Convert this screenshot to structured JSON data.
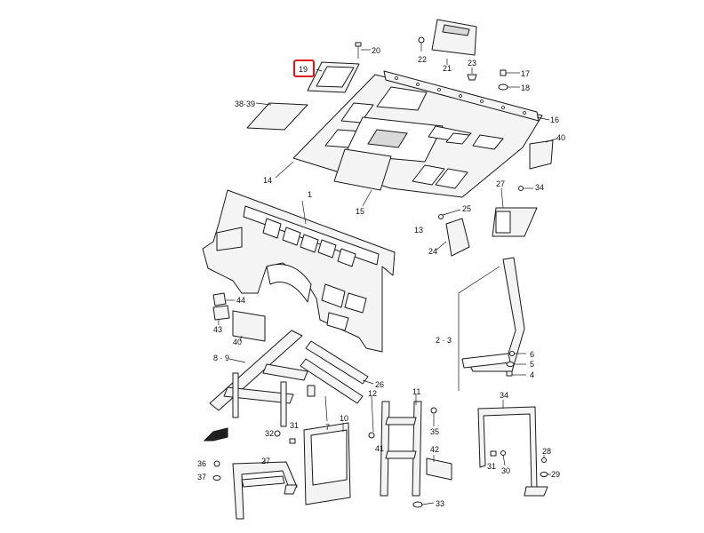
{
  "highlight": {
    "label": "19",
    "color": "#e0101c"
  },
  "callouts": [
    {
      "id": "c1",
      "text": "1"
    },
    {
      "id": "c2",
      "text": "2 · 3"
    },
    {
      "id": "c4",
      "text": "4"
    },
    {
      "id": "c5",
      "text": "5"
    },
    {
      "id": "c6",
      "text": "6"
    },
    {
      "id": "c7",
      "text": "7"
    },
    {
      "id": "c89",
      "text": "8 · 9"
    },
    {
      "id": "c10",
      "text": "10"
    },
    {
      "id": "c11",
      "text": "11"
    },
    {
      "id": "c12",
      "text": "12"
    },
    {
      "id": "c13",
      "text": "13"
    },
    {
      "id": "c14",
      "text": "14"
    },
    {
      "id": "c15",
      "text": "15"
    },
    {
      "id": "c16",
      "text": "16"
    },
    {
      "id": "c17",
      "text": "17"
    },
    {
      "id": "c18",
      "text": "18"
    },
    {
      "id": "c20",
      "text": "20"
    },
    {
      "id": "c21",
      "text": "21"
    },
    {
      "id": "c22",
      "text": "22"
    },
    {
      "id": "c23",
      "text": "23"
    },
    {
      "id": "c24",
      "text": "24"
    },
    {
      "id": "c25",
      "text": "25"
    },
    {
      "id": "c26",
      "text": "26"
    },
    {
      "id": "c27a",
      "text": "27"
    },
    {
      "id": "c27b",
      "text": "27"
    },
    {
      "id": "c28",
      "text": "28"
    },
    {
      "id": "c29",
      "text": "29"
    },
    {
      "id": "c30",
      "text": "30"
    },
    {
      "id": "c31a",
      "text": "31"
    },
    {
      "id": "c31b",
      "text": "31"
    },
    {
      "id": "c32",
      "text": "32"
    },
    {
      "id": "c33",
      "text": "33"
    },
    {
      "id": "c34a",
      "text": "34"
    },
    {
      "id": "c34b",
      "text": "34"
    },
    {
      "id": "c35",
      "text": "35"
    },
    {
      "id": "c36",
      "text": "36"
    },
    {
      "id": "c37",
      "text": "37"
    },
    {
      "id": "c3839",
      "text": "38·39"
    },
    {
      "id": "c40a",
      "text": "40"
    },
    {
      "id": "c40b",
      "text": "40"
    },
    {
      "id": "c41",
      "text": "41"
    },
    {
      "id": "c42",
      "text": "42"
    },
    {
      "id": "c43",
      "text": "43"
    },
    {
      "id": "c44",
      "text": "44"
    }
  ],
  "direction_mark": {
    "text": "FR",
    "icon": "front-arrow-icon"
  }
}
